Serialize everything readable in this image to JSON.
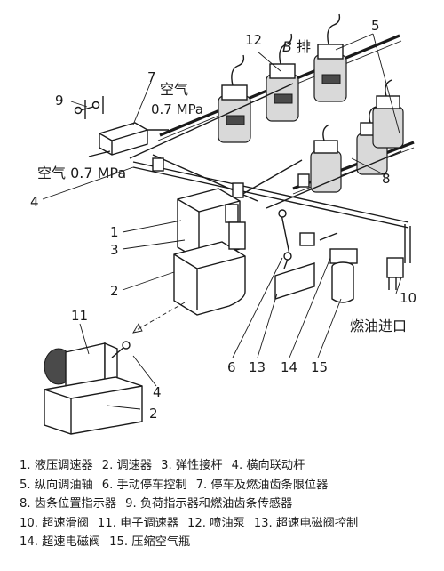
{
  "labels": {
    "n1": "1",
    "n2": "2",
    "n3": "3",
    "n4": "4",
    "n5": "5",
    "n6": "6",
    "n7": "7",
    "n8": "8",
    "n9": "9",
    "n10": "10",
    "n11": "11",
    "n12": "12",
    "n13": "13",
    "n14": "14",
    "n15": "15",
    "n2b": "2",
    "n4b": "4",
    "row_b_italic": "B",
    "row_b_text": "排",
    "air_top_word": "空气",
    "air_top_pressure": "0.7 MPa",
    "air_left": "空气 0.7 MPa",
    "fuel_inlet": "燃油进口"
  },
  "legend": {
    "l1a": "1. 液压调速器",
    "l1b": "2. 调速器",
    "l1c": "3. 弹性接杆",
    "l1d": "4. 横向联动杆",
    "l2a": "5. 纵向调油轴",
    "l2b": "6. 手动停车控制",
    "l2c": "7. 停车及燃油齿条限位器",
    "l3a": "8. 齿条位置指示器",
    "l3b": "9. 负荷指示器和燃油齿条传感器",
    "l4a": "10. 超速滑阀",
    "l4b": "11. 电子调速器",
    "l4c": "12. 喷油泵",
    "l4d": "13. 超速电磁阀控制",
    "l5a": "14. 超速电磁阀",
    "l5b": "15. 压缩空气瓶"
  }
}
